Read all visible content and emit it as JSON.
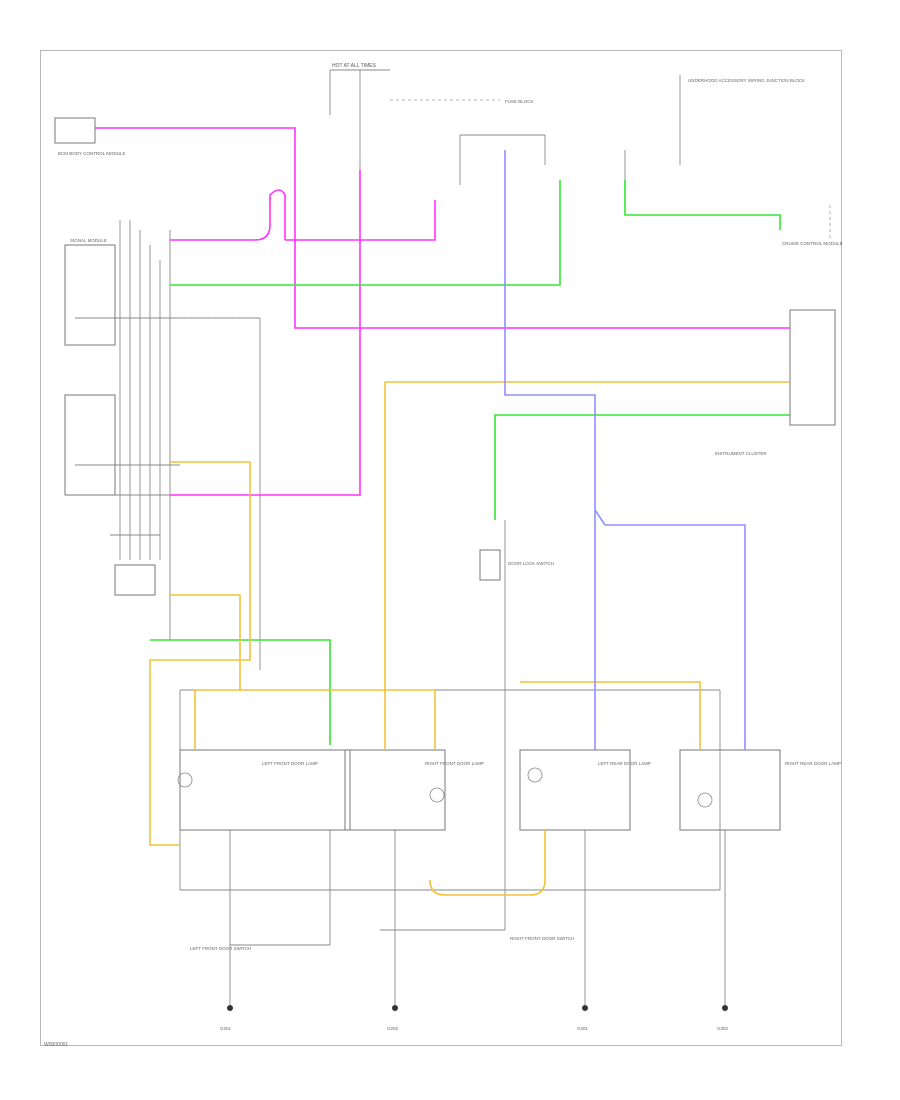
{
  "diagram": {
    "colors": {
      "pink": "#ff33ff",
      "lightgreen": "#33e633",
      "yellow": "#f2c23a",
      "blue": "#8f8fff",
      "black": "#555555",
      "gray": "#9a9a9a"
    },
    "labels": {
      "hot_at_all_times": "HOT AT ALL TIMES",
      "fuse_block": "FUSE BLOCK",
      "top_right_box": "UNDERHOOD ACCESSORY WIRING JUNCTION BLOCK",
      "left_top_box": "BCM BODY CONTROL MODULE",
      "signal_module": "SIGNAL MODULE",
      "cruise_module": "CRUISE CONTROL MODULE",
      "instrument_cluster": "INSTRUMENT CLUSTER",
      "lf_lamp": "LEFT FRONT DOOR LAMP",
      "rf_lamp": "RIGHT FRONT DOOR LAMP",
      "lr_lamp": "LEFT REAR DOOR LAMP",
      "rr_lamp": "RIGHT REAR DOOR LAMP",
      "left_door_switch": "LEFT FRONT DOOR SWITCH",
      "right_door_switch": "RIGHT FRONT DOOR SWITCH",
      "door_lock_switch": "DOOR LOCK SWITCH",
      "ground_1": "G201",
      "ground_2": "G202",
      "ground_3": "G301",
      "ground_4": "G302",
      "diagram_code": "W0000001"
    }
  }
}
